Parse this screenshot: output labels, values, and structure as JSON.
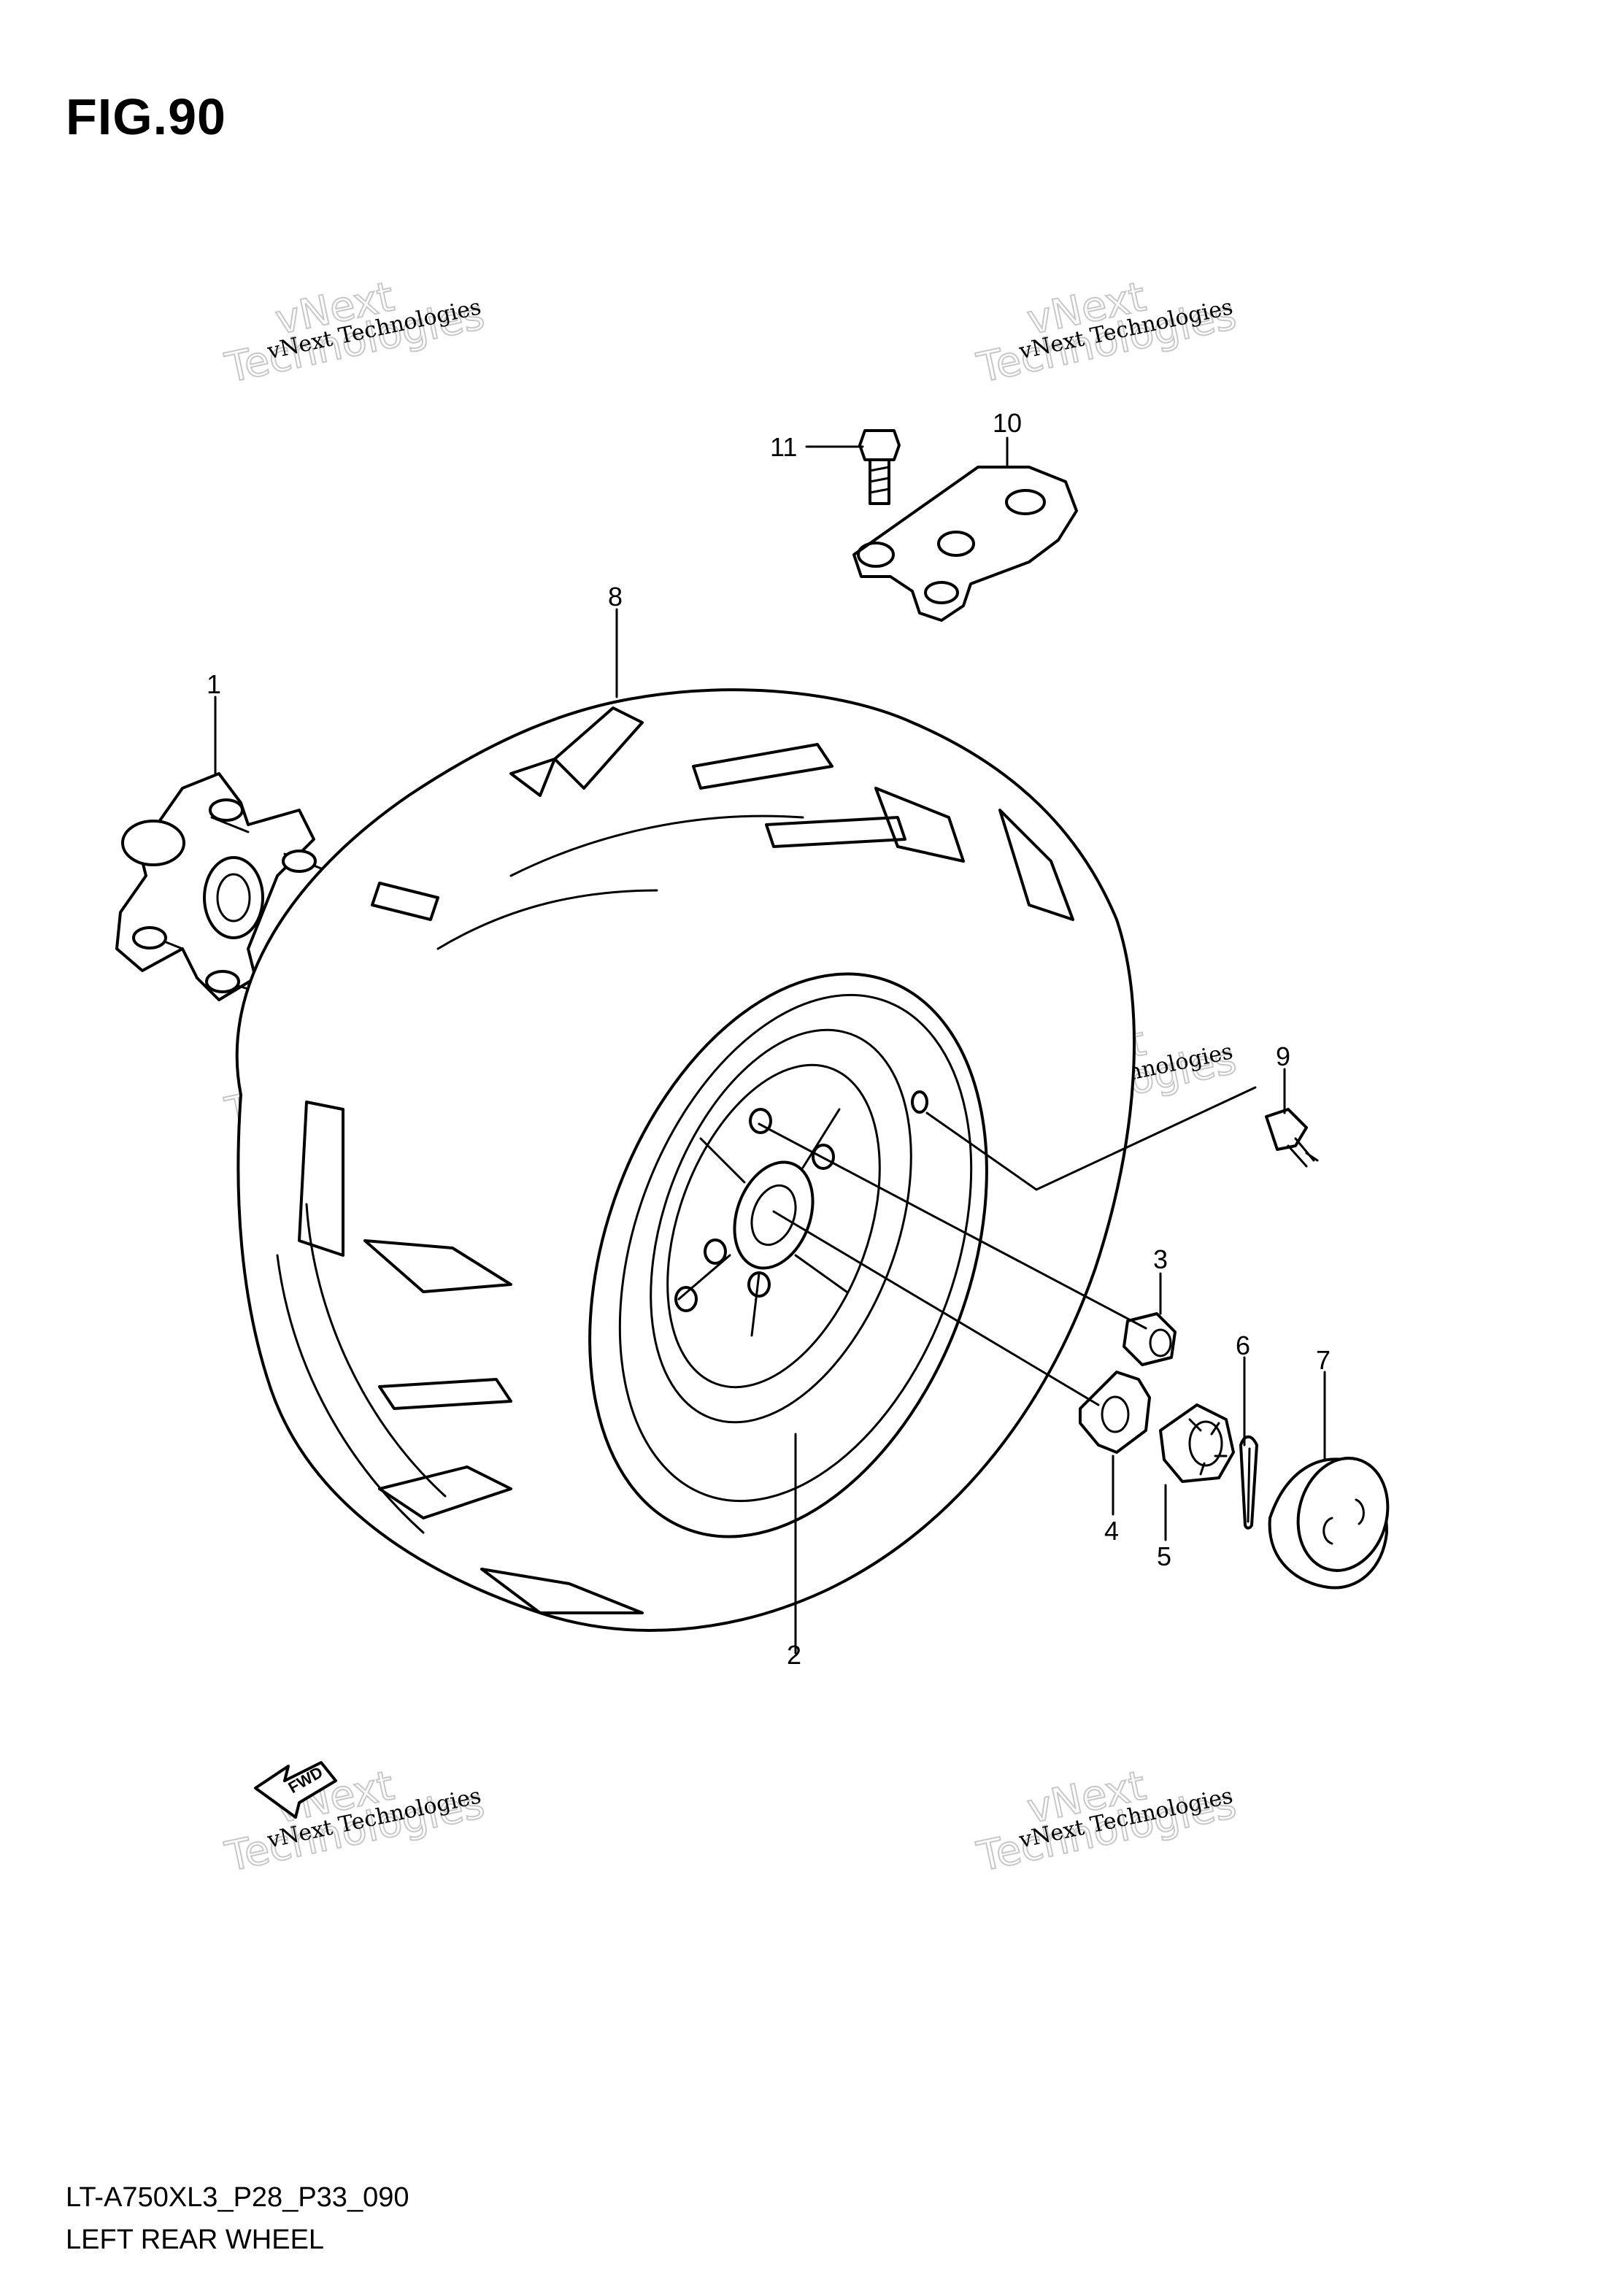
{
  "figure": {
    "title": "FIG.90",
    "code": "LT-A750XL3_P28_P33_090",
    "name": "LEFT REAR WHEEL"
  },
  "callouts": [
    "1",
    "2",
    "3",
    "4",
    "5",
    "6",
    "7",
    "8",
    "9",
    "10",
    "11"
  ],
  "watermark": {
    "line1": "vNext",
    "line2": "Technologies",
    "small": "vNext Technologies"
  },
  "direction_arrow_label": "FWD"
}
